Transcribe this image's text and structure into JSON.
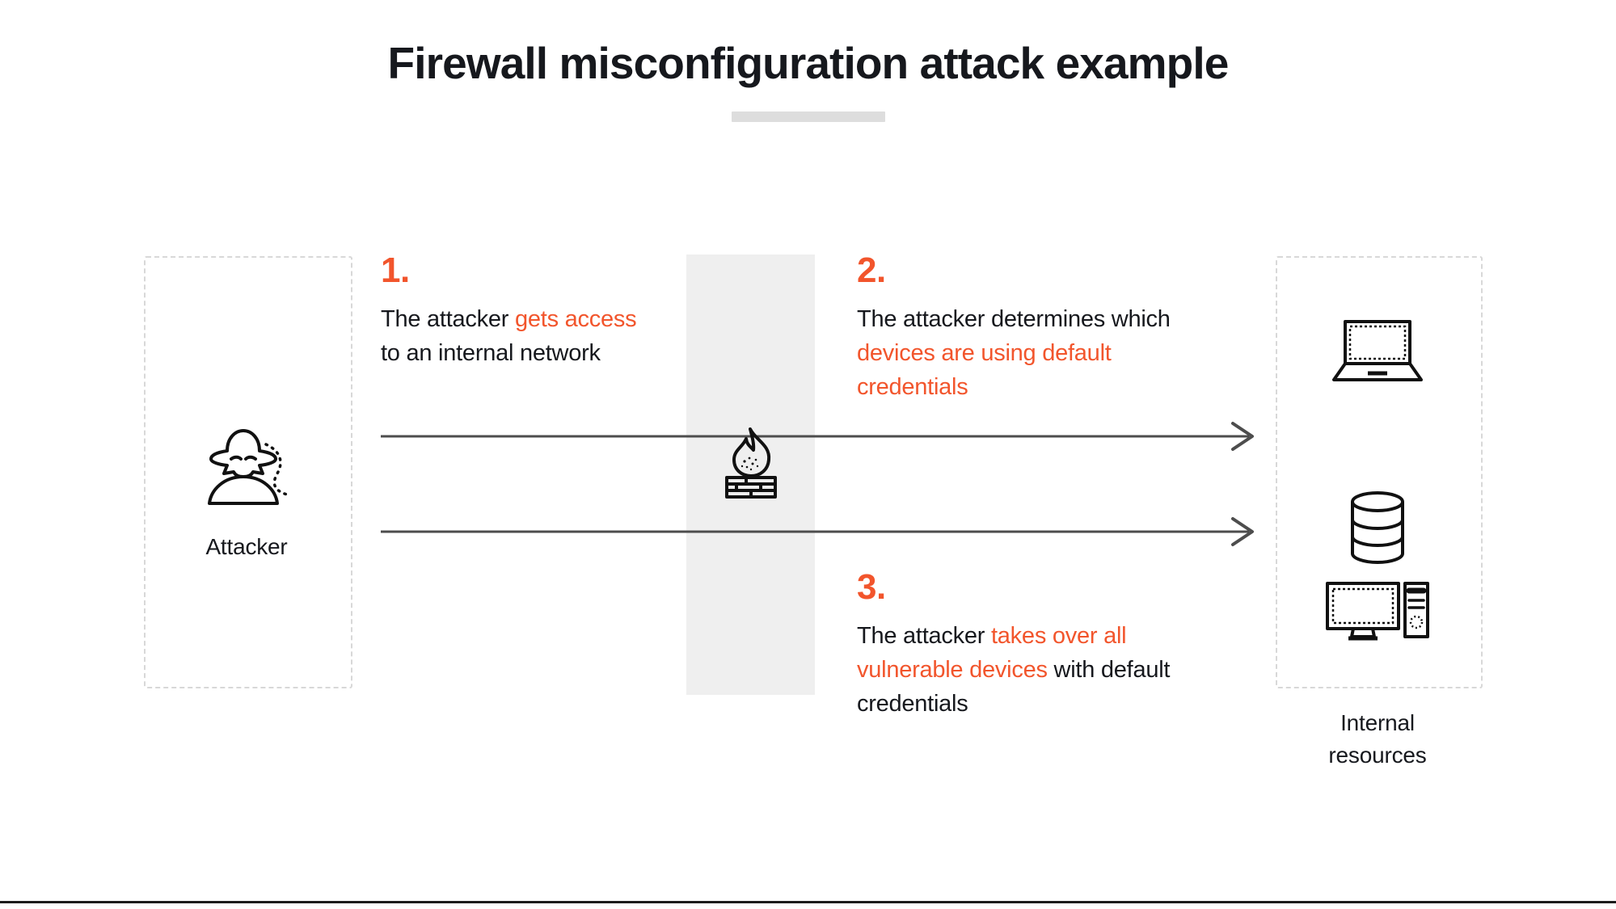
{
  "page": {
    "title": "Firewall misconfiguration attack example",
    "accent_color": "#f2552c",
    "text_color": "#16181d",
    "band_color": "#efefef",
    "divider_color": "#dddddd",
    "arrow_color": "#4d4d4d",
    "dashed_border_color": "#d8d8d8"
  },
  "actors": {
    "attacker": {
      "label": "Attacker",
      "icon": "attacker-spy-icon"
    },
    "firewall": {
      "icon": "firewall-flame-brick-icon"
    },
    "resources": {
      "label": "Internal\nresources",
      "label_line1": "Internal",
      "label_line2": "resources",
      "icons": [
        {
          "name": "laptop-icon"
        },
        {
          "name": "database-icon"
        },
        {
          "name": "desktop-computer-icon"
        }
      ]
    }
  },
  "steps": [
    {
      "number": "1.",
      "segments": [
        {
          "text": "The attacker ",
          "highlight": false
        },
        {
          "text": "gets access",
          "highlight": true
        },
        {
          "text": " to an internal network",
          "highlight": false
        }
      ],
      "plain": "The attacker gets access to an internal network"
    },
    {
      "number": "2.",
      "segments": [
        {
          "text": "The attacker determines which ",
          "highlight": false
        },
        {
          "text": "devices are using default credentials",
          "highlight": true
        }
      ],
      "plain": "The attacker determines which devices are using default credentials"
    },
    {
      "number": "3.",
      "segments": [
        {
          "text": "The attacker ",
          "highlight": false
        },
        {
          "text": "takes over all vulnerable devices",
          "highlight": true
        },
        {
          "text": " with default credentials",
          "highlight": false
        }
      ],
      "plain": "The attacker takes over all vulnerable devices with default credentials"
    }
  ],
  "arrows": [
    {
      "name": "arrow-attacker-to-resources-top"
    },
    {
      "name": "arrow-attacker-to-resources-bottom"
    }
  ]
}
